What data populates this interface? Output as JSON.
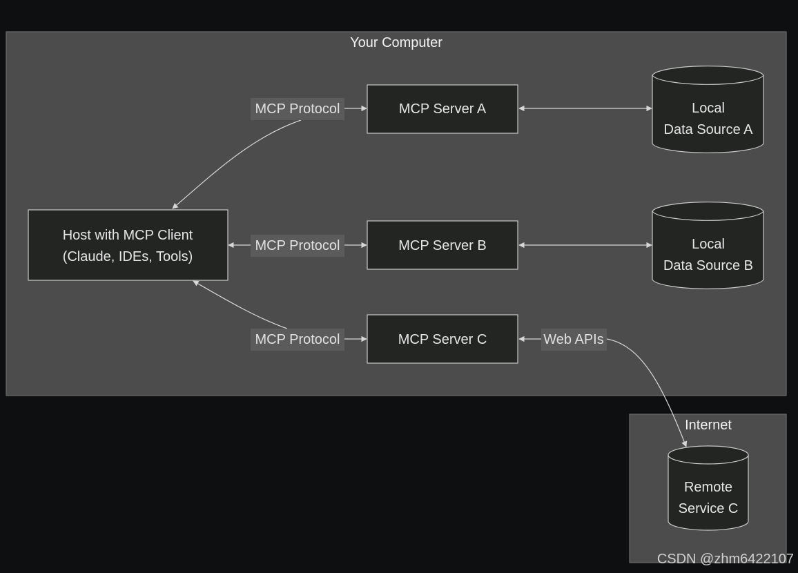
{
  "groups": {
    "your_computer": "Your Computer",
    "internet": "Internet"
  },
  "nodes": {
    "host": [
      "Host with MCP Client",
      "(Claude, IDEs, Tools)"
    ],
    "server_a": "MCP Server A",
    "server_b": "MCP Server B",
    "server_c": "MCP Server C",
    "data_a": [
      "Local",
      "Data Source A"
    ],
    "data_b": [
      "Local",
      "Data Source B"
    ],
    "remote_c": [
      "Remote",
      "Service C"
    ]
  },
  "edges": {
    "protocol_a": "MCP Protocol",
    "protocol_b": "MCP Protocol",
    "protocol_c": "MCP Protocol",
    "web_apis": "Web APIs"
  },
  "watermark": "CSDN @zhm6422107",
  "colors": {
    "background": "#0e0f11",
    "group_fill": "#4b4c4b",
    "node_fill": "#232523",
    "stroke": "#c9c9c9"
  }
}
